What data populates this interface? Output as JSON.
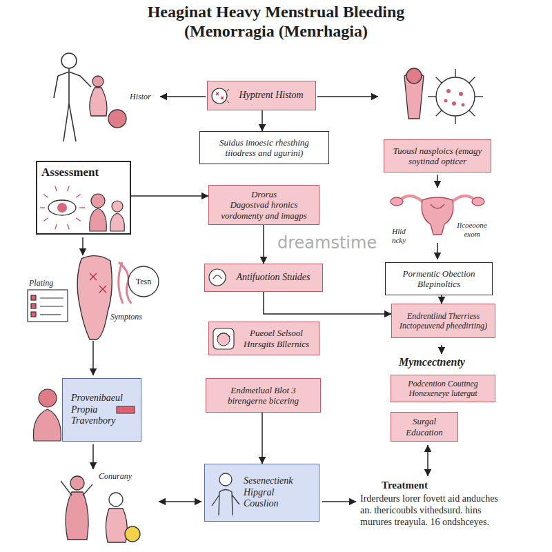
{
  "diagram": {
    "title": "Heaginat Heavy Menstrual Bleeding (Menorragia (Menrhagia)",
    "nodes": [
      {
        "text": [
          "Hyptrent Histom"
        ]
      },
      {
        "text": [
          "Suidus imoesic rhesthing tiiodress and ugurini)"
        ]
      },
      {
        "text": [
          "Tuousl nasploics (emagy soytinad opticer"
        ]
      },
      {
        "text": [
          "Assessment"
        ]
      },
      {
        "text": [
          "Drorus",
          "Dagostvad hronics vordomenty and imagps"
        ]
      },
      {
        "text": [
          "Antifuotion Stuides"
        ]
      },
      {
        "text": [
          "Pormentic Obection Blepinoltics"
        ]
      },
      {
        "text": [
          "Endrentlind Therriess Inctopeuvend pheedirting)"
        ]
      },
      {
        "text": [
          "Pueoel Selsool Hnrsgits Bllernics"
        ]
      },
      {
        "text": [
          "Provenibaeul",
          "Propia Travenbory"
        ]
      },
      {
        "text": [
          "Endmetlual Blot 3 birengerne bicering"
        ]
      },
      {
        "text": [
          "Podcention Couttneg Honexeneye lutergut"
        ]
      },
      {
        "text": [
          "Surgal Education"
        ]
      },
      {
        "text": [
          "Sesenectienk",
          "Hipgral Couslion"
        ]
      }
    ],
    "edges": [
      {
        "from": 0,
        "to": 1,
        "arrow": "to"
      },
      {
        "from": 3,
        "to": 4,
        "arrow": "to"
      },
      {
        "from": 4,
        "to": 5,
        "arrow": "to"
      },
      {
        "from": 5,
        "to": 7,
        "arrow": "to"
      },
      {
        "from": 6,
        "to": 7,
        "arrow": "to"
      },
      {
        "from": 10,
        "to": 13,
        "arrow": "to"
      }
    ],
    "labels": [
      "Histor",
      "Hlid ncky",
      "Ilcoeoone exom",
      "Plating",
      "Tesn",
      "Symptons",
      "Mymcectnenty",
      "Conurany",
      "Treatment",
      "Irderdeurs lorer fovett aid anduches an. thericoubls vithedsurd. hins murures treayula. 16 ondshceyes.",
      "dreamstime"
    ]
  }
}
